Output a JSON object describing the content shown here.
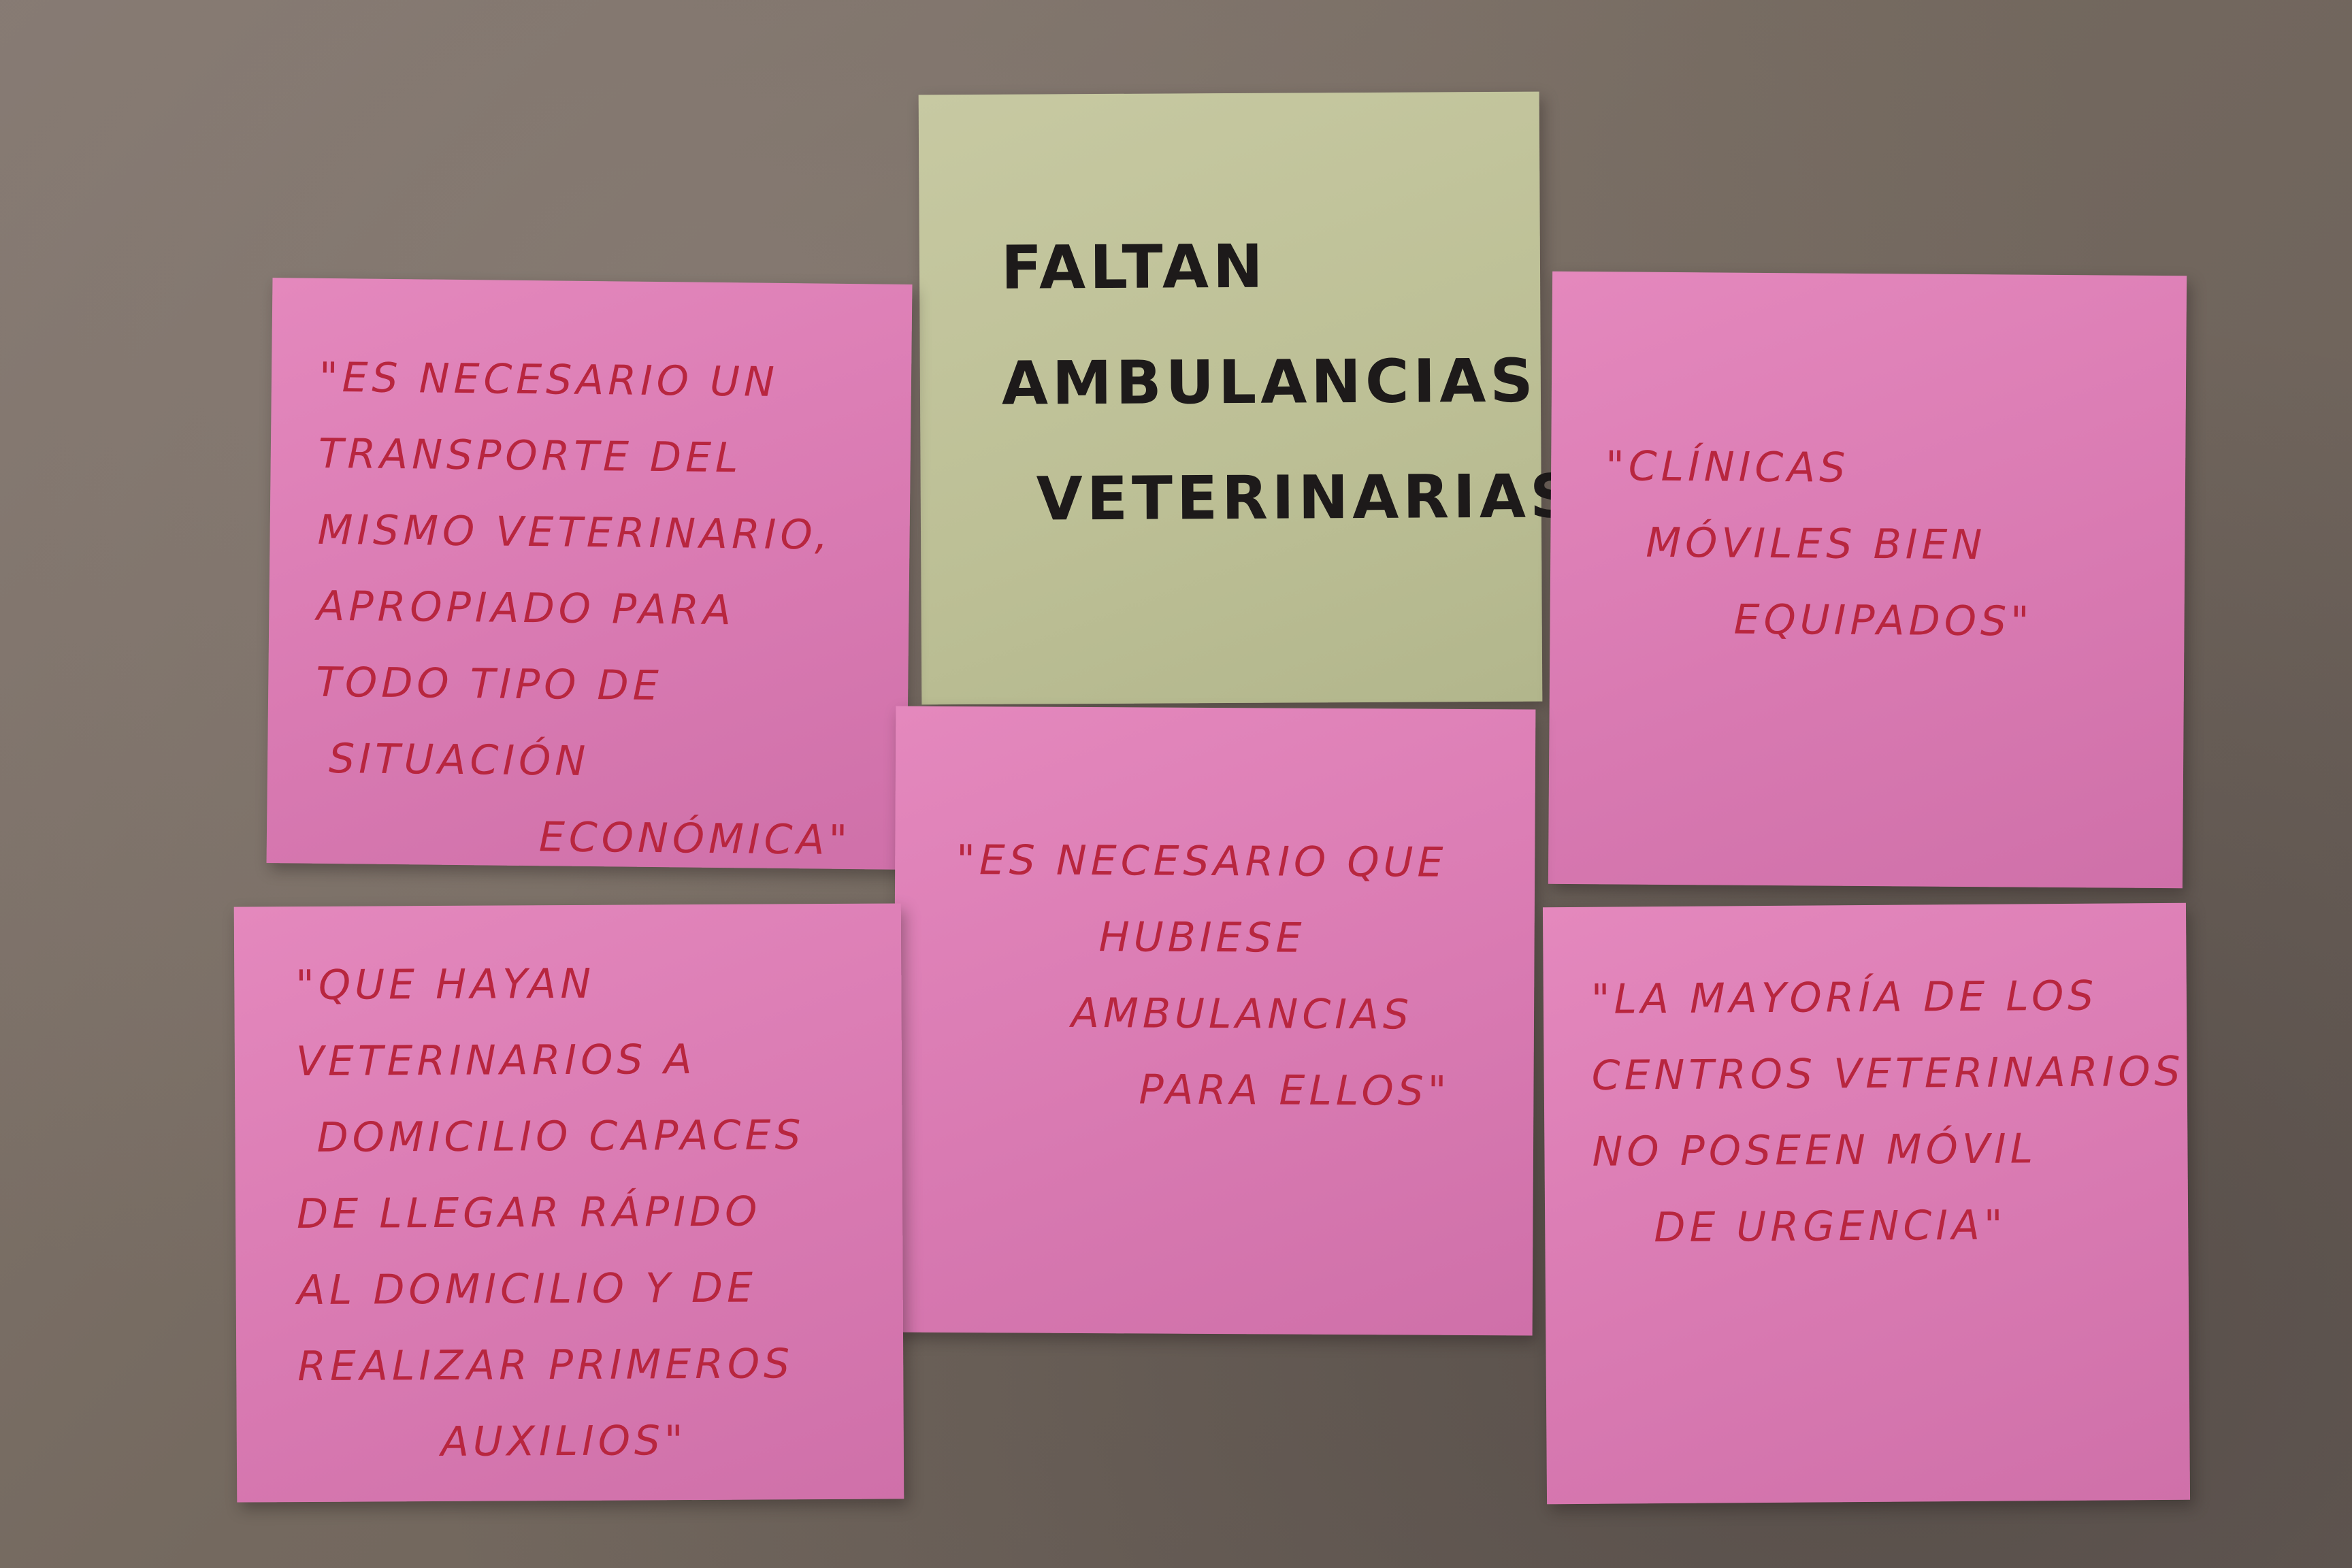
{
  "palette": {
    "board": "#7a6f6a",
    "pink_note": "#dc7db5",
    "green_note": "#c1c39a",
    "red_ink": "#b8263f",
    "black_ink": "#1d1a1a"
  },
  "notes": {
    "title": {
      "lines": [
        "FALTAN",
        "AMBULANCIAS",
        "VETERINARIAS"
      ]
    },
    "a": {
      "lines": [
        "\"ES NECESARIO UN",
        "TRANSPORTE DEL",
        "MISMO VETERINARIO,",
        "APROPIADO PARA",
        "TODO TIPO DE",
        "SITUACIÓN",
        "ECONÓMICA\""
      ]
    },
    "b": {
      "lines": [
        "\"CLÍNICAS",
        "MÓVILES BIEN",
        "EQUIPADOS\""
      ]
    },
    "c": {
      "lines": [
        "\"ES NECESARIO QUE",
        "HUBIESE",
        "AMBULANCIAS",
        "PARA ELLOS\""
      ]
    },
    "d": {
      "lines": [
        "\"QUE HAYAN",
        "VETERINARIOS A",
        "DOMICILIO CAPACES",
        "DE LLEGAR RÁPIDO",
        "AL DOMICILIO Y DE",
        "REALIZAR PRIMEROS",
        "AUXILIOS\""
      ]
    },
    "e": {
      "lines": [
        "\"LA MAYORÍA DE LOS",
        "CENTROS VETERINARIOS",
        "NO POSEEN MÓVIL",
        "DE URGENCIA\""
      ]
    }
  }
}
